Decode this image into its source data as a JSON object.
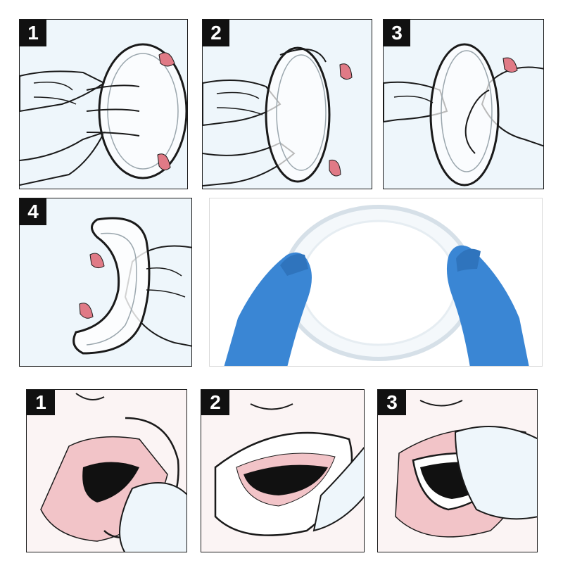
{
  "top_steps": [
    {
      "number": "1"
    },
    {
      "number": "2"
    },
    {
      "number": "3"
    },
    {
      "number": "4"
    }
  ],
  "bottom_steps": [
    {
      "number": "1"
    },
    {
      "number": "2"
    },
    {
      "number": "3"
    }
  ],
  "colors": {
    "outline": "#1a1a1a",
    "skin_fill": "#eef6fb",
    "tongue": "#e07a86",
    "lips": "#f2c4c8",
    "glove": "#3a86d4",
    "badge": "#111111"
  }
}
